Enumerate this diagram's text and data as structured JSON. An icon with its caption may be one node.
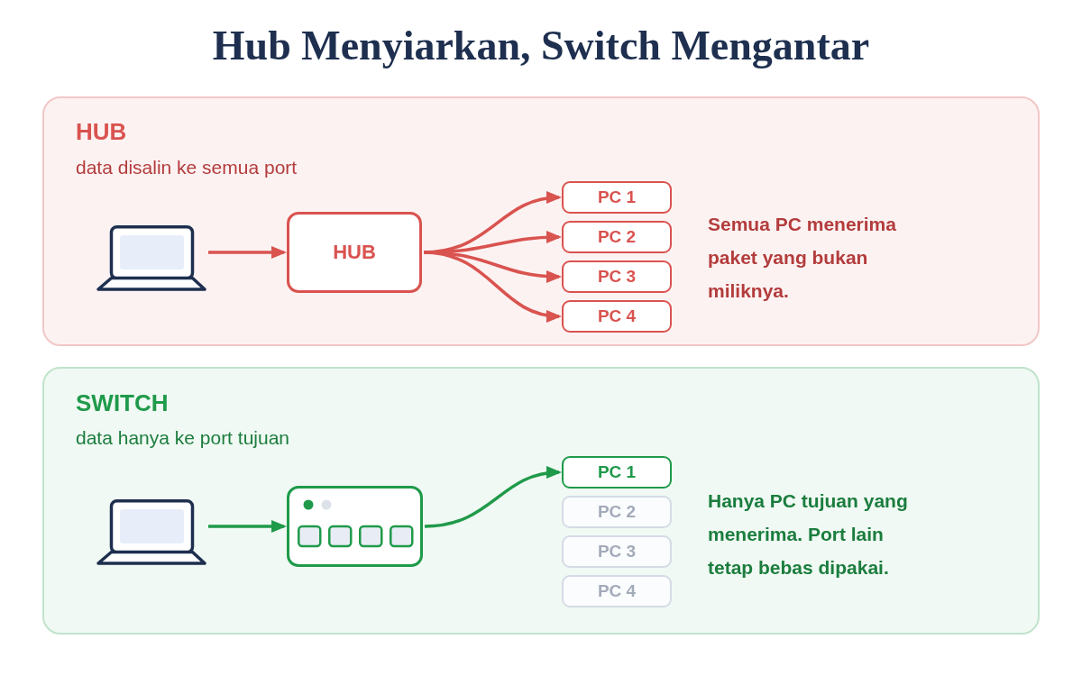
{
  "diagram": {
    "title": "Hub Menyiarkan, Switch Mengantar",
    "nodes": [
      {
        "text": [
          "HUB",
          "data disalin ke semua port",
          "Semua PC menerima paket yang bukan miliknya."
        ]
      },
      {
        "text": [],
        "shape": "picture",
        "in": 0
      },
      {
        "text": [
          "HUB"
        ],
        "in": 0
      },
      {
        "text": [
          "PC 1"
        ],
        "in": 0
      },
      {
        "text": [
          "PC 2"
        ],
        "in": 0
      },
      {
        "text": [
          "PC 3"
        ],
        "in": 0
      },
      {
        "text": [
          "PC 4"
        ],
        "in": 0
      },
      {
        "text": [
          "SWITCH",
          "data hanya ke port tujuan",
          "Hanya PC tujuan yang menerima. Port lain tetap bebas dipakai."
        ]
      },
      {
        "text": [],
        "shape": "picture",
        "in": 7
      },
      {
        "text": [],
        "shape": "picture",
        "in": 7
      },
      {
        "text": [
          "PC 1"
        ],
        "in": 7
      },
      {
        "text": [
          "PC 2"
        ],
        "in": 7
      },
      {
        "text": [
          "PC 3"
        ],
        "in": 7
      },
      {
        "text": [
          "PC 4"
        ],
        "in": 7
      }
    ],
    "edges": [
      {
        "from": 1,
        "to": 2,
        "arrow": "to"
      },
      {
        "from": 2,
        "to": 3,
        "arrow": "to"
      },
      {
        "from": 2,
        "to": 4,
        "arrow": "to"
      },
      {
        "from": 2,
        "to": 5,
        "arrow": "to"
      },
      {
        "from": 2,
        "to": 6,
        "arrow": "to"
      },
      {
        "from": 8,
        "to": 9,
        "arrow": "to",
        "color": "#1f9a4a"
      },
      {
        "from": 9,
        "to": 10,
        "arrow": "to",
        "color": "#1f9a4a"
      }
    ]
  }
}
